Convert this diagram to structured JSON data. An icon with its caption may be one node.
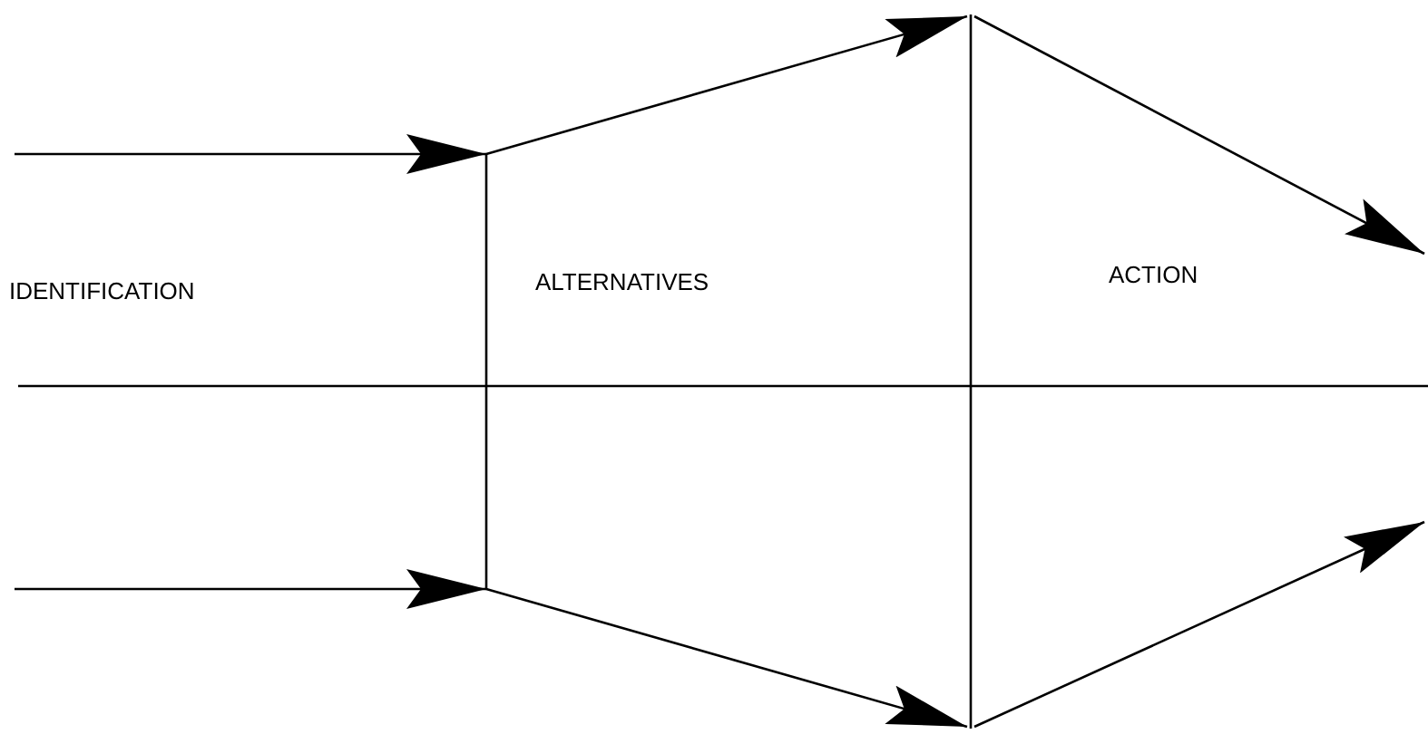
{
  "diagram": {
    "labels": [
      "IDENTIFICATION",
      "ALTERNATIVES",
      "ACTION"
    ]
  }
}
